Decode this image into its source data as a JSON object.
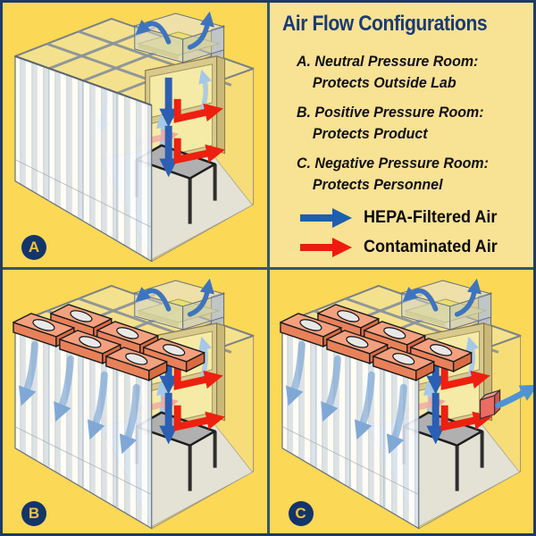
{
  "colors": {
    "panel_background": "#FBD855",
    "legend_background": "#F8E294",
    "frame_border": "#1F3A64",
    "divider": "#33566B",
    "title": "#1B3A70",
    "hepa_arrow": "#1C5FAE",
    "contaminated_arrow": "#EE1C10",
    "badge_background": "#14356B",
    "badge_text": "#F2C33C"
  },
  "legend_panel": {
    "title": "Air Flow Configurations",
    "items": [
      {
        "line1": "A. Neutral Pressure Room:",
        "line2": "Protects Outside Lab"
      },
      {
        "line1": "B. Positive Pressure Room:",
        "line2": "Protects Product"
      },
      {
        "line1": "C. Negative Pressure Room:",
        "line2": "Protects Personnel"
      }
    ],
    "arrow_key": [
      {
        "label": "HEPA-Filtered Air"
      },
      {
        "label": "Contaminated Air"
      }
    ]
  },
  "panels": [
    {
      "badge": "A"
    },
    {
      "badge": "B"
    },
    {
      "badge": "C"
    }
  ]
}
